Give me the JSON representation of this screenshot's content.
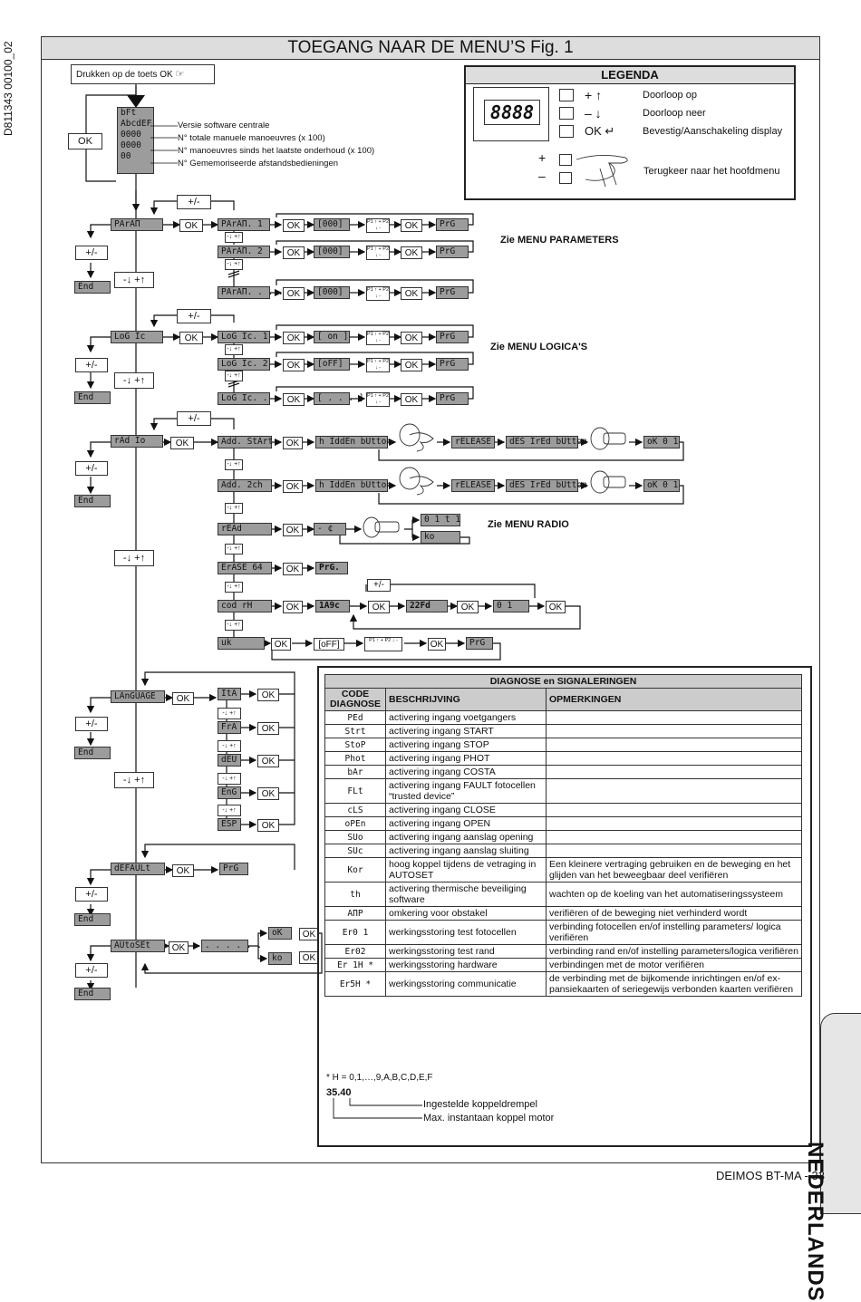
{
  "doc_code": "D811343 00100_02",
  "title": "TOEGANG NAAR DE MENU’S Fig. 1",
  "language_tab": "NEDERLANDS",
  "footer": {
    "model": "DEIMOS BT-MA",
    "sep": " - ",
    "page": "33"
  },
  "press_ok": "Drukken op de toets OK",
  "ok": "OK",
  "pm": "+/-",
  "updown": "-↓ +↑",
  "end": "End",
  "prg": "PrG",
  "code000": "[000]",
  "p12": "P1 ↑ +  P2 ↓ -",
  "ellipsis": ". . . . . .",
  "start_display": {
    "lines": [
      "bFt",
      "AbcdEF",
      "0000",
      "0000",
      "00"
    ],
    "notes": [
      "Versie software centrale",
      "N° totale manuele manoeuvres (x 100)",
      "N° manoeuvres sinds het laatste onderhoud (x 100)",
      "N° Gememoriseerde afstandsbedieningen"
    ]
  },
  "legend": {
    "title": "LEGENDA",
    "display": "8888",
    "up_sym": "+ ↑",
    "down_sym": "– ↓",
    "ok_sym": "OK ↵",
    "up": "Doorloop op",
    "down": "Doorloop neer",
    "confirm": "Bevestig/Aanschakeling display",
    "back": "Terugkeer naar het hoofdmenu",
    "plus": "+",
    "minus": "–"
  },
  "menus": {
    "param": {
      "name": "PArAП",
      "items": [
        "PArAП. 1",
        "PArAП. 2",
        "PArAП. . . ."
      ],
      "see": "Zie MENU PARAMETERS"
    },
    "logic": {
      "name": "LoG Ic",
      "items": [
        "LoG Ic. 1",
        "LoG Ic. 2",
        "LoG Ic. . . ."
      ],
      "vals": [
        "[ on ]",
        "[oFF]",
        "[ . . . ]"
      ],
      "see": "Zie MENU LOGICA'S"
    },
    "radio": {
      "name": "rAd Io",
      "items": [
        "Add. StArt",
        "Add. 2ch",
        "rEAd",
        "ErASE 64",
        "cod rH",
        "uk"
      ],
      "hidden": "h IddEn bUtton",
      "release": "rELEASE",
      "desired": "dES IrEd bUtton",
      "ok01": "oK 0 1",
      "read_arrow": "- ¢",
      "read_res": [
        "0 1 t 1",
        "ko"
      ],
      "prg_dot": "PrG.",
      "cod_vals": [
        "1A9c",
        "22Fd",
        "0 1"
      ],
      "uk_val": "[oFF]",
      "see": "Zie MENU RADIO"
    },
    "language": {
      "name": "LAnGUAGE",
      "items": [
        "ItA",
        "FrA",
        "dEU",
        "EnG",
        "ESP"
      ]
    },
    "default": {
      "name": "dEFAULt"
    },
    "autoset": {
      "name": "AUtoSEt",
      "ok": "oK",
      "ko": "ko"
    }
  },
  "diagnose": {
    "title": "DIAGNOSE  en  SIGNALERINGEN",
    "headers": [
      "CODE DIAGNOSE",
      "BESCHRIJVING",
      "OPMERKINGEN"
    ],
    "rows": [
      [
        "PEd",
        "activering ingang voetgangers",
        ""
      ],
      [
        "Strt",
        "activering ingang START",
        ""
      ],
      [
        "StoP",
        "activering ingang STOP",
        ""
      ],
      [
        "Phot",
        "activering ingang PHOT",
        ""
      ],
      [
        "bAr",
        "activering ingang COSTA",
        ""
      ],
      [
        "FLt",
        "activering ingang FAULT fotocellen “trusted device”",
        ""
      ],
      [
        "cLS",
        "activering ingang CLOSE",
        ""
      ],
      [
        "oPEn",
        "activering ingang OPEN",
        ""
      ],
      [
        "SUo",
        "activering ingang aanslag opening",
        ""
      ],
      [
        "SUc",
        "activering ingang aanslag sluiting",
        ""
      ],
      [
        "Kor",
        "hoog koppel tijdens de vetraging in AUTOSET",
        "Een kleinere vertraging gebruiken en de beweging en het glijden van het beweegbaar deel verifiëren"
      ],
      [
        "th",
        "activering thermische beveiliging software",
        "wachten op de koeling van het automatiseringssysteem"
      ],
      [
        "AПP",
        "omkering voor obstakel",
        "verifiëren of de beweging niet verhinderd wordt"
      ],
      [
        "Er0 1",
        "werkingsstoring test fotocellen",
        "verbinding fotocellen en/of instelling parameters/ logica verifiëren"
      ],
      [
        "Er02",
        "werkingsstoring test rand",
        "verbinding rand en/of instelling parameters/logica verifiëren"
      ],
      [
        "Er 1H *",
        "werkingsstoring hardware",
        "verbindingen met de motor verifiëren"
      ],
      [
        "Er5H *",
        "werkingsstoring communicatie",
        "de verbinding met de bijkomende inrichtingen en/of ex-pansiekaarten of seriegewijs verbonden kaarten verifiëren"
      ]
    ],
    "footnote": "* H = 0,1,…,9,A,B,C,D,E,F",
    "torque_value": "35.40",
    "torque_set": "Ingestelde koppeldrempel",
    "torque_max": "Max. instantaan koppel motor"
  }
}
